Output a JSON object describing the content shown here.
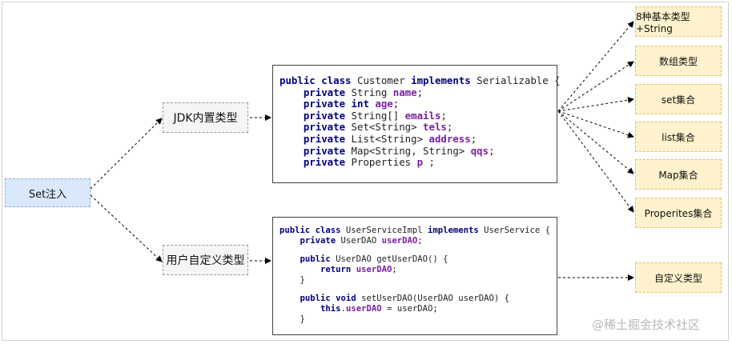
{
  "nodes": {
    "set_injection": "Set注入",
    "jdk_types": "JDK内置类型",
    "user_types": "用户自定义类型",
    "categories": [
      "8种基本类型+String",
      "数组类型",
      "set集合",
      "list集合",
      "Map集合",
      "Properites集合"
    ],
    "custom_type": "自定义类型"
  },
  "code_customer": [
    [
      {
        "t": "public class",
        "k": "kw"
      },
      {
        "t": " Customer "
      },
      {
        "t": "implements",
        "k": "kw"
      },
      {
        "t": " Serializable {"
      }
    ],
    [
      {
        "t": "    "
      },
      {
        "t": "private",
        "k": "kw"
      },
      {
        "t": " String "
      },
      {
        "t": "name",
        "k": "fld"
      },
      {
        "t": ";"
      }
    ],
    [
      {
        "t": "    "
      },
      {
        "t": "private",
        "k": "kw"
      },
      {
        "t": " "
      },
      {
        "t": "int",
        "k": "kw"
      },
      {
        "t": " "
      },
      {
        "t": "age",
        "k": "fld"
      },
      {
        "t": ";"
      }
    ],
    [
      {
        "t": "    "
      },
      {
        "t": "private",
        "k": "kw"
      },
      {
        "t": " String[] "
      },
      {
        "t": "emails",
        "k": "fld"
      },
      {
        "t": ";"
      }
    ],
    [
      {
        "t": "    "
      },
      {
        "t": "private",
        "k": "kw"
      },
      {
        "t": " Set<String> "
      },
      {
        "t": "tels",
        "k": "fld"
      },
      {
        "t": ";"
      }
    ],
    [
      {
        "t": "    "
      },
      {
        "t": "private",
        "k": "kw"
      },
      {
        "t": " List<String> "
      },
      {
        "t": "address",
        "k": "fld"
      },
      {
        "t": ";"
      }
    ],
    [
      {
        "t": "    "
      },
      {
        "t": "private",
        "k": "kw"
      },
      {
        "t": " Map<String, String> "
      },
      {
        "t": "qqs",
        "k": "fld"
      },
      {
        "t": ";"
      }
    ],
    [
      {
        "t": "    "
      },
      {
        "t": "private",
        "k": "kw"
      },
      {
        "t": " Properties "
      },
      {
        "t": "p",
        "k": "fld"
      },
      {
        "t": " ;"
      }
    ]
  ],
  "code_service": [
    [
      {
        "t": "public class",
        "k": "kw"
      },
      {
        "t": " UserServiceImpl "
      },
      {
        "t": "implements",
        "k": "kw"
      },
      {
        "t": " UserService {"
      }
    ],
    [
      {
        "t": "    "
      },
      {
        "t": "private",
        "k": "kw"
      },
      {
        "t": " UserDAO "
      },
      {
        "t": "userDAO",
        "k": "fld"
      },
      {
        "t": ";"
      }
    ],
    [],
    [
      {
        "t": "    "
      },
      {
        "t": "public",
        "k": "kw"
      },
      {
        "t": " UserDAO getUserDAO() {"
      }
    ],
    [
      {
        "t": "        "
      },
      {
        "t": "return",
        "k": "kw"
      },
      {
        "t": " "
      },
      {
        "t": "userDAO",
        "k": "fld"
      },
      {
        "t": ";"
      }
    ],
    [
      {
        "t": "    }"
      }
    ],
    [],
    [
      {
        "t": "    "
      },
      {
        "t": "public void",
        "k": "kw"
      },
      {
        "t": " setUserDAO(UserDAO userDAO) {"
      }
    ],
    [
      {
        "t": "        "
      },
      {
        "t": "this",
        "k": "kw"
      },
      {
        "t": "."
      },
      {
        "t": "userDAO",
        "k": "fld"
      },
      {
        "t": " = userDAO;"
      }
    ],
    [
      {
        "t": "    }"
      }
    ]
  ],
  "watermark": "@稀土掘金技术社区"
}
